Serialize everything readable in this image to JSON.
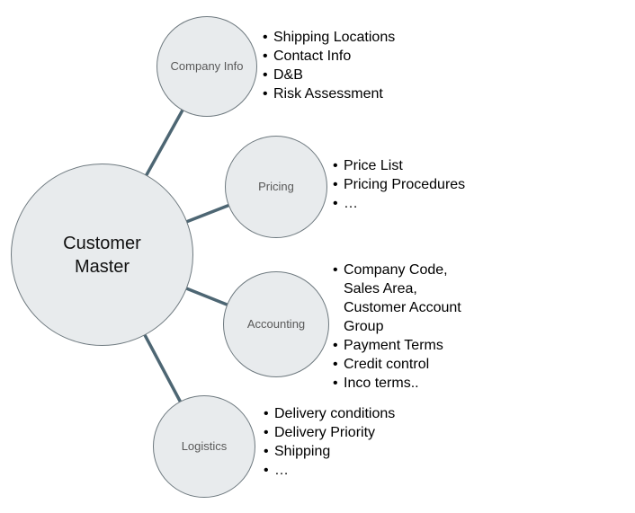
{
  "diagram": {
    "type": "radial-mindmap",
    "colors": {
      "node_fill": "#e8ebed",
      "node_border": "#6e797f",
      "connector": "#4d6673",
      "node_label": "#595959",
      "center_label": "#111111",
      "bullet_text": "#000000",
      "background": "#ffffff"
    },
    "bullet_char": "•",
    "center": {
      "label": "Customer Master"
    },
    "branches": [
      {
        "id": "company-info",
        "label": "Company Info",
        "items": [
          "Shipping Locations",
          "Contact Info",
          "D&B",
          "Risk Assessment"
        ]
      },
      {
        "id": "pricing",
        "label": "Pricing",
        "items": [
          "Price List",
          "Pricing Procedures",
          "…"
        ]
      },
      {
        "id": "accounting",
        "label": "Accounting",
        "items": [
          "Company Code, Sales Area, Customer Account Group",
          "Payment Terms",
          "Credit control",
          "Inco terms.."
        ]
      },
      {
        "id": "logistics",
        "label": "Logistics",
        "items": [
          "Delivery conditions",
          "Delivery Priority",
          "Shipping",
          "…"
        ]
      }
    ]
  }
}
